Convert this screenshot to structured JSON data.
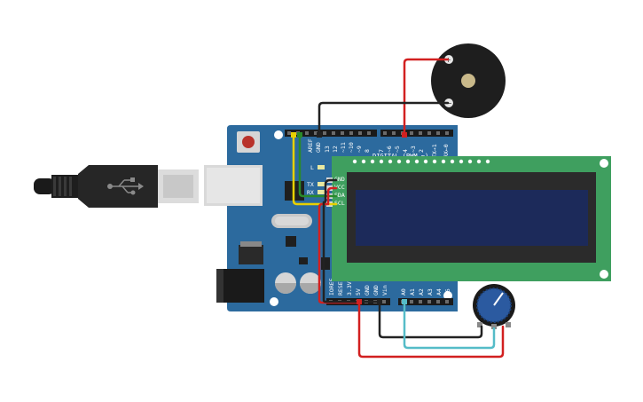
{
  "circuit": {
    "board_labels": {
      "aref": "AREF",
      "gnd": "GND",
      "digital_header": "DIGITAL (PWM ~)",
      "digital_pins": [
        "13",
        "12",
        "~11",
        "~10",
        "~9",
        "8",
        "7",
        "~6",
        "~5",
        "4",
        "~3",
        "2",
        "TX→1",
        "RX←0"
      ],
      "led_l": "L",
      "tx": "TX",
      "rx": "RX",
      "power_pins": [
        "IOREF",
        "RESET",
        "3.3V",
        "5V",
        "GND",
        "GND",
        "Vin"
      ],
      "analog_pins": [
        "A0",
        "A1",
        "A2",
        "A3",
        "A4",
        "A5"
      ]
    },
    "lcd_labels": {
      "gnd": "GND",
      "vcc": "VCC",
      "sda": "SDA",
      "scl": "SCL"
    },
    "buzzer_labels": {
      "plus": "+",
      "minus": "−"
    },
    "colors": {
      "board": "#2c6a9e",
      "lcd_pcb": "#3f9f5f",
      "lcd_screen": "#1c2a5a",
      "wire_red": "#d22020",
      "wire_black": "#222222",
      "wire_yellow": "#e8d000",
      "wire_green": "#2a8a2a",
      "wire_cyan": "#55bcc8",
      "buzzer": "#1e1e1e",
      "pot": "#2b5aa0"
    }
  }
}
